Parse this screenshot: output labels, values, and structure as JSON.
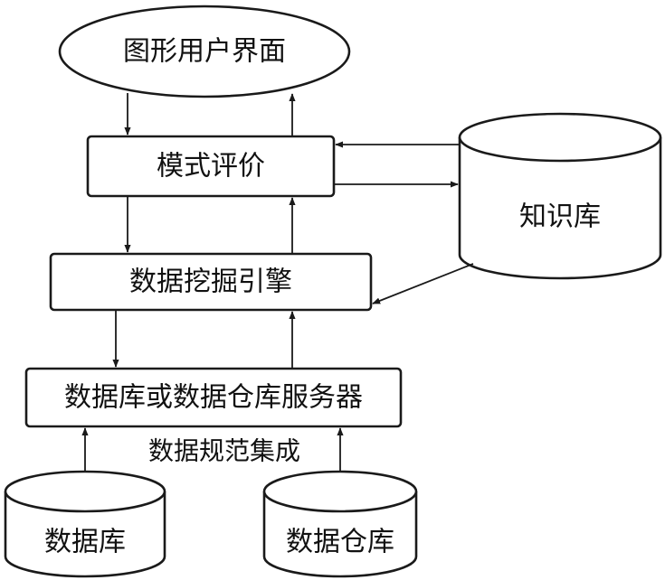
{
  "nodes": {
    "gui": "图形用户界面",
    "pattern_eval": "模式评价",
    "knowledge_base": "知识库",
    "mining_engine": "数据挖掘引擎",
    "db_server": "数据库或数据仓库服务器",
    "integration": "数据规范集成",
    "database": "数据库",
    "data_warehouse": "数据仓库"
  },
  "colors": {
    "stroke": "#1a1a1a",
    "fill": "#ffffff",
    "text": "#111111"
  }
}
